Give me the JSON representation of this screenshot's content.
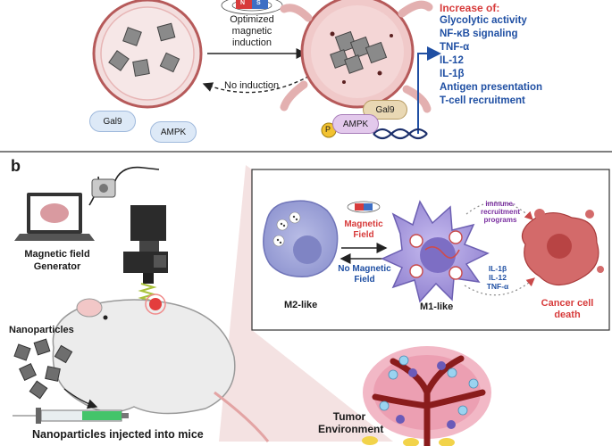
{
  "panel_a": {
    "arrow_top_label": "Optimized magnetic induction",
    "arrow_bottom_label": "No induction",
    "magnet_n": "N",
    "magnet_s": "S",
    "pill_gal9_left": "Gal9",
    "pill_ampk_left": "AMPK",
    "pill_gal9_right": "Gal9",
    "pill_ampk_right": "AMPK",
    "p_label": "P",
    "increase_title": "Increase of:",
    "increase_items": [
      "Glycolytic activity",
      "NF-κB signaling",
      "TNF-α",
      "IL-12",
      "IL-1β",
      "Antigen presentation",
      "T-cell recruitment"
    ]
  },
  "panel_b": {
    "letter": "b",
    "generator_label": "Magnetic field Generator",
    "nanoparticles_label": "Nanoparticles",
    "injection_caption": "Nanoparticles injected into mice",
    "m2_label": "M2-like",
    "m1_label": "M1-like",
    "magnetic_field_label": "Magnetic Field",
    "no_magnetic_field_label": "No Magnetic Field",
    "immune_label": "immune-recruitment programs",
    "cytokines": [
      "IL-1β",
      "IL-12",
      "TNF-α"
    ],
    "cancer_label": "Cancer cell death",
    "tumor_label": "Tumor Environment"
  },
  "colors": {
    "red_label": "#d73b3b",
    "blue_label": "#1f4fa3",
    "cell_purple": "#a99cd9",
    "tumor_red": "#c94a4a",
    "pill_blue": "#dde9f7",
    "pill_tan": "#e9d8b4"
  }
}
